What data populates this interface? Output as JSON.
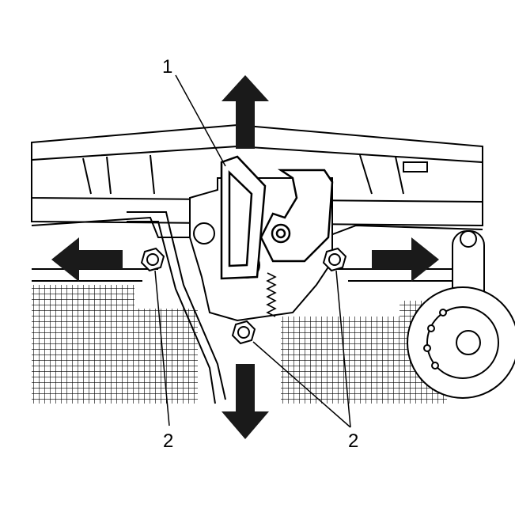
{
  "figure": {
    "callouts": [
      {
        "label": "1"
      },
      {
        "label": "2"
      },
      {
        "label": "2"
      }
    ],
    "arrows": [
      "up",
      "down",
      "left",
      "right"
    ],
    "colors": {
      "ink": "#000000",
      "paper": "#ffffff",
      "arrow": "#1a1a1a"
    }
  }
}
